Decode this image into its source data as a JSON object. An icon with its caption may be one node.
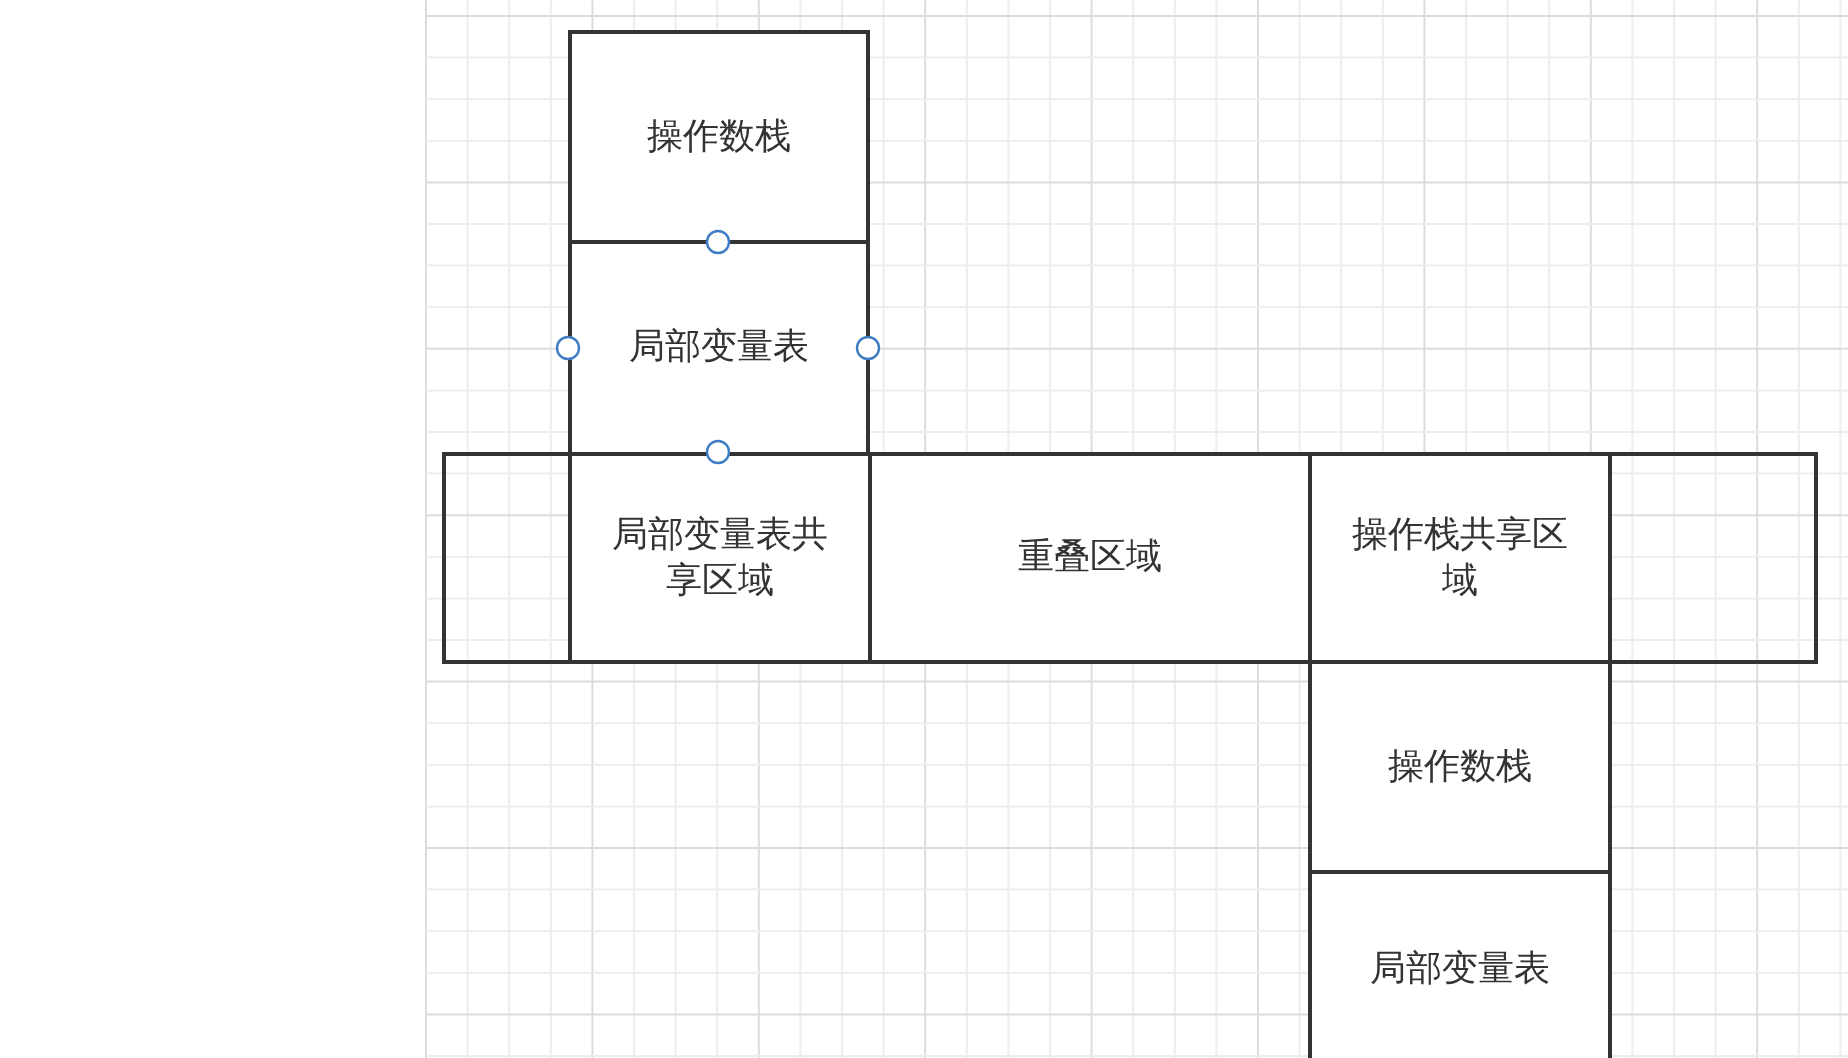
{
  "diagram": {
    "nodes": [
      {
        "text": [
          "操作数栈"
        ]
      },
      {
        "text": [
          "局部变量表"
        ]
      },
      {
        "text": [],
        "shape": "box"
      },
      {
        "text": [
          "局部变量表共享区域"
        ]
      },
      {
        "text": [
          "重叠区域"
        ]
      },
      {
        "text": [
          "操作栈共享区域"
        ]
      },
      {
        "text": [],
        "shape": "box"
      },
      {
        "text": [
          "操作数栈"
        ]
      },
      {
        "text": [
          "局部变量表"
        ]
      }
    ]
  }
}
